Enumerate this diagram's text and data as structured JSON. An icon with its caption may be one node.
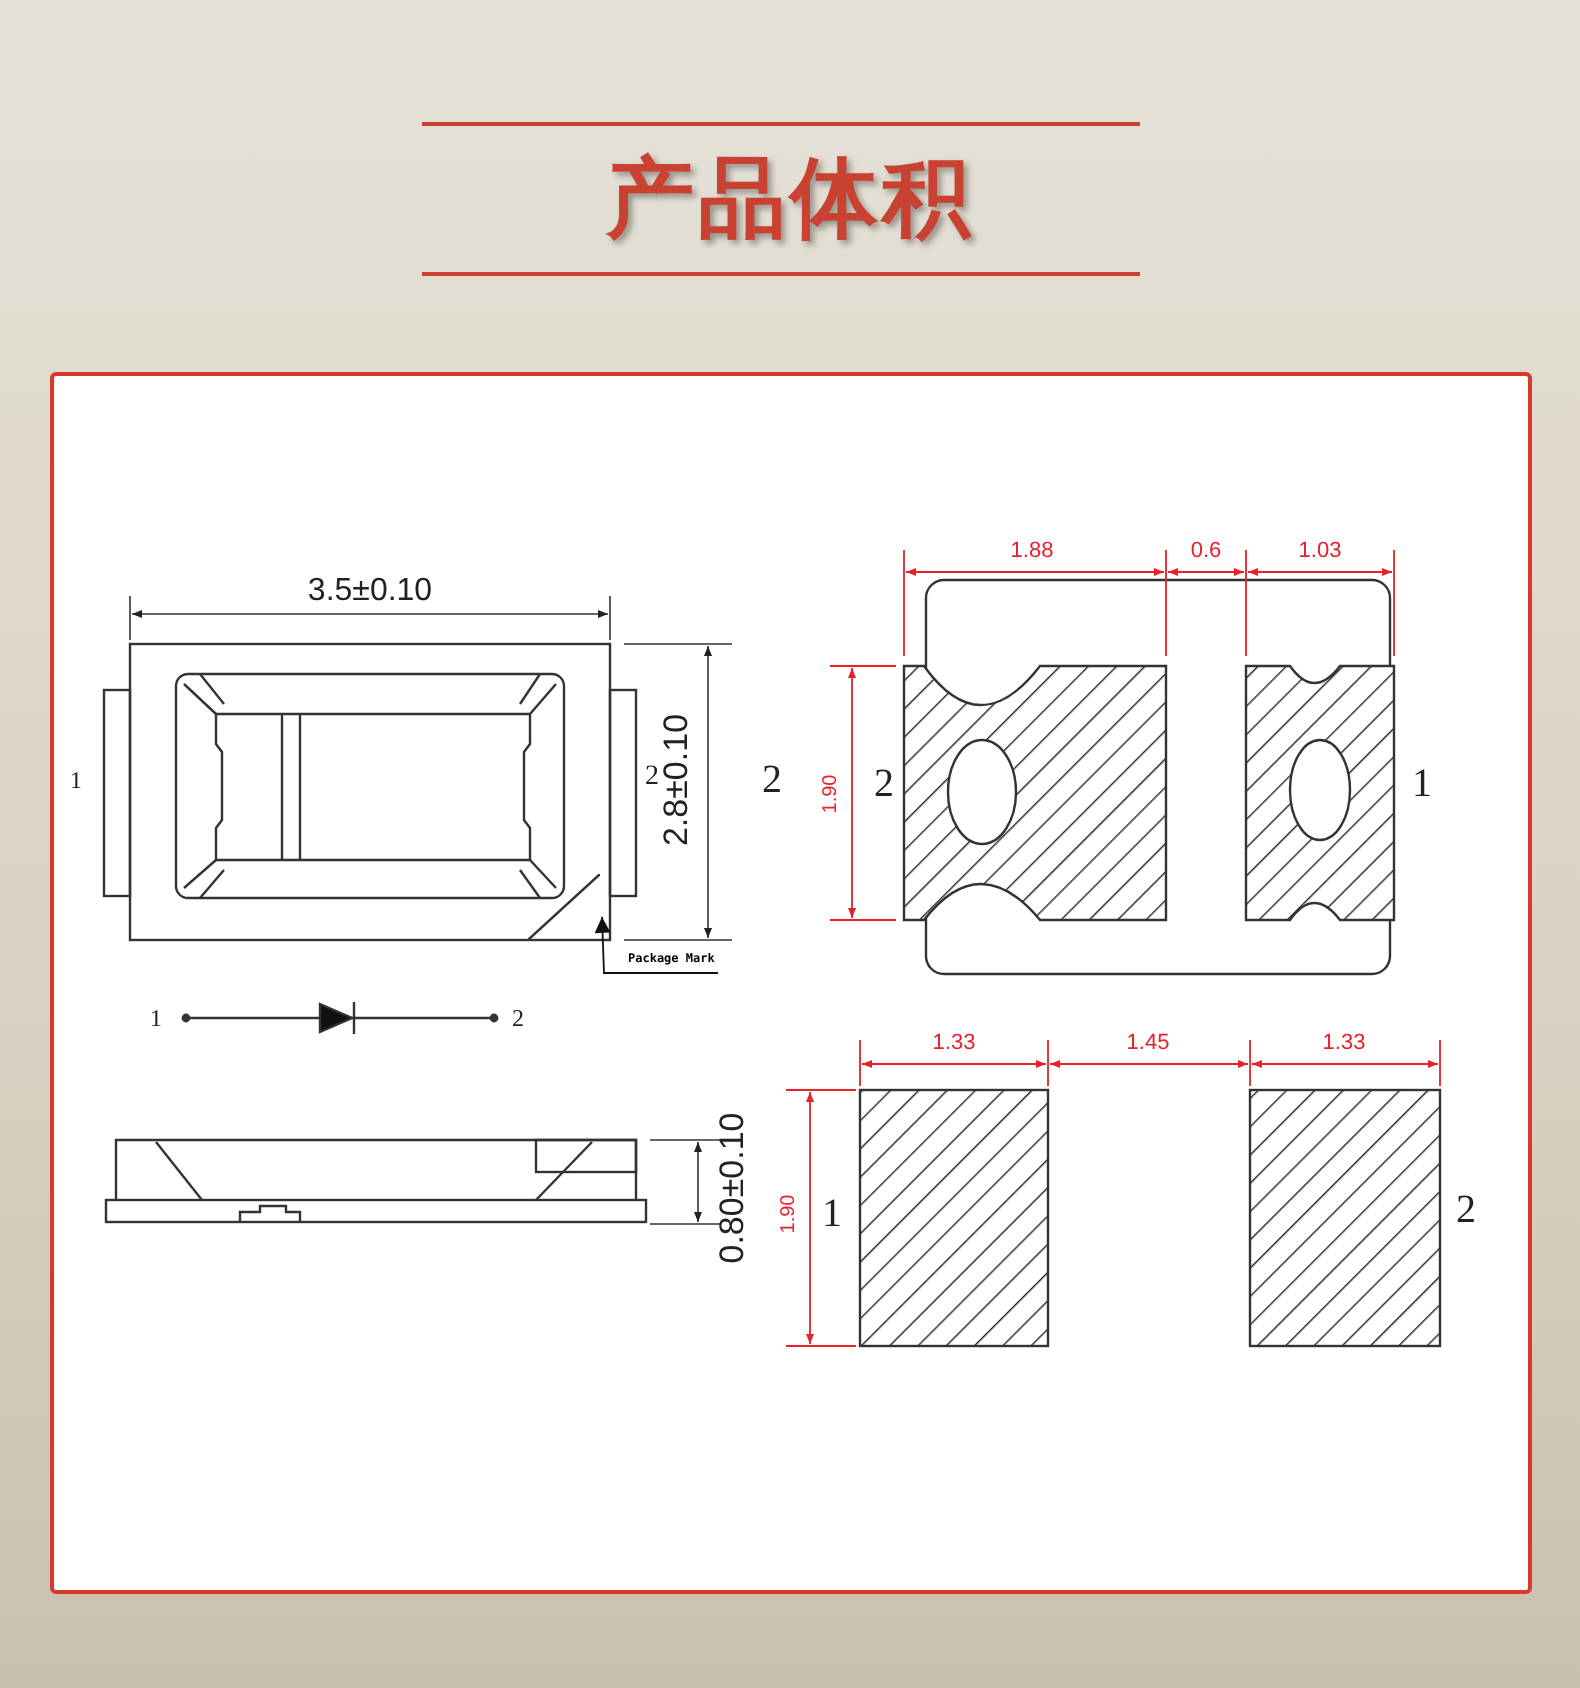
{
  "diagram": {
    "title": "产品体积",
    "nodes": [
      {
        "text": [
          "Package Mark"
        ]
      },
      {
        "text": [],
        "shape": "line"
      }
    ],
    "edges": [
      {
        "from": 0,
        "to": 1,
        "arrow": "to"
      }
    ],
    "labels": [
      "3.5±0.10",
      "1",
      "2",
      "2.8±0.10",
      "2",
      "1.88",
      "0.6",
      "1.03",
      "1.90",
      "2",
      "1",
      "1",
      "2",
      "0.80±0.10",
      "1.33",
      "1.45",
      "1.33",
      "1.90",
      "1",
      "2"
    ]
  }
}
